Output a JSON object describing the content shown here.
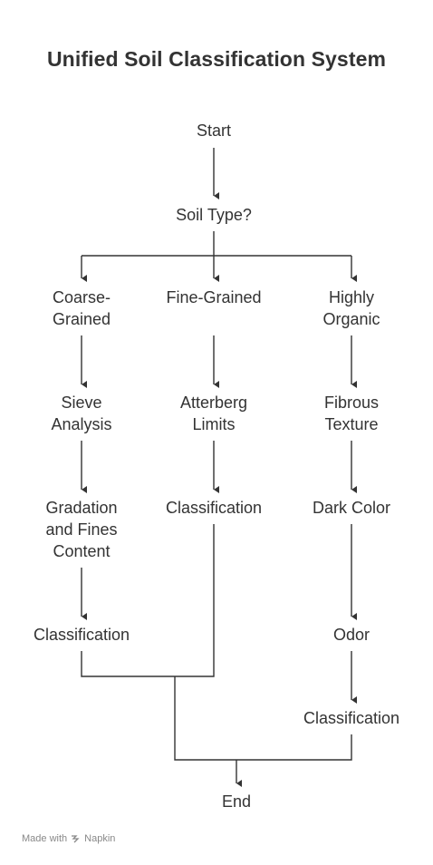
{
  "title": "Unified Soil Classification System",
  "nodes": {
    "start": "Start",
    "soil_type": "Soil Type?",
    "coarse": "Coarse-\nGrained",
    "fine": "Fine-Grained",
    "organic": "Highly\nOrganic",
    "sieve": "Sieve\nAnalysis",
    "atterberg": "Atterberg\nLimits",
    "fibrous": "Fibrous\nTexture",
    "gradation": "Gradation\nand Fines\nContent",
    "fine_class": "Classification",
    "dark": "Dark Color",
    "coarse_class": "Classification",
    "odor": "Odor",
    "organic_class": "Classification",
    "end": "End"
  },
  "footer": {
    "made_with": "Made with",
    "brand": "Napkin"
  },
  "colors": {
    "text": "#333333",
    "line": "#333333",
    "footer": "#888888"
  }
}
